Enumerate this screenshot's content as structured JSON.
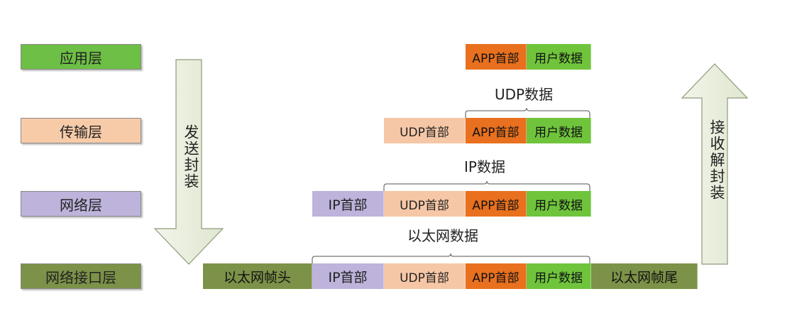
{
  "layers": {
    "app": "应用层",
    "transport": "传输层",
    "network": "网络层",
    "link": "网络接口层"
  },
  "arrows": {
    "send": "发送封装",
    "receive": "接收解封装"
  },
  "segments": {
    "app_header": "APP首部",
    "user_data": "用户数据",
    "udp_header": "UDP首部",
    "ip_header": "IP首部",
    "eth_header": "以太网帧头",
    "eth_trailer": "以太网帧尾"
  },
  "labels": {
    "udp_data": "UDP数据",
    "ip_data": "IP数据",
    "eth_data": "以太网数据"
  },
  "colors": {
    "app_layer": "#6dbf45",
    "transport_layer": "#f8cba8",
    "network_layer": "#bdb3db",
    "link_layer": "#7b9248",
    "app_header": "#e8701e",
    "user_data": "#6fc43c"
  }
}
